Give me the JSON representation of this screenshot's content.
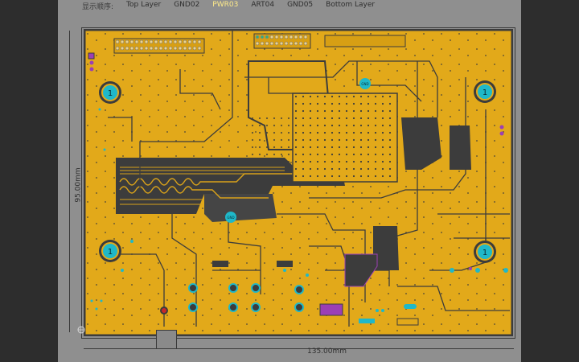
{
  "layer_bar": {
    "label": "显示顺序:",
    "tabs": [
      "Top Layer",
      "GND02",
      "PWR03",
      "ART04",
      "GND05",
      "Bottom Layer"
    ],
    "active": "PWR03"
  },
  "dimensions": {
    "height_label": "95.00mm",
    "width_label": "135.00mm"
  },
  "mounting_holes": [
    "1",
    "1",
    "1",
    "1"
  ],
  "gnd_labels": [
    "GND",
    "GND"
  ],
  "colors": {
    "copper": "#e2a91a",
    "copper_dark": "#c48f12",
    "void": "#3c3c3c",
    "via": "#1fb8c9",
    "pad_purple": "#9b3fb5",
    "background": "#8f8f8f"
  }
}
